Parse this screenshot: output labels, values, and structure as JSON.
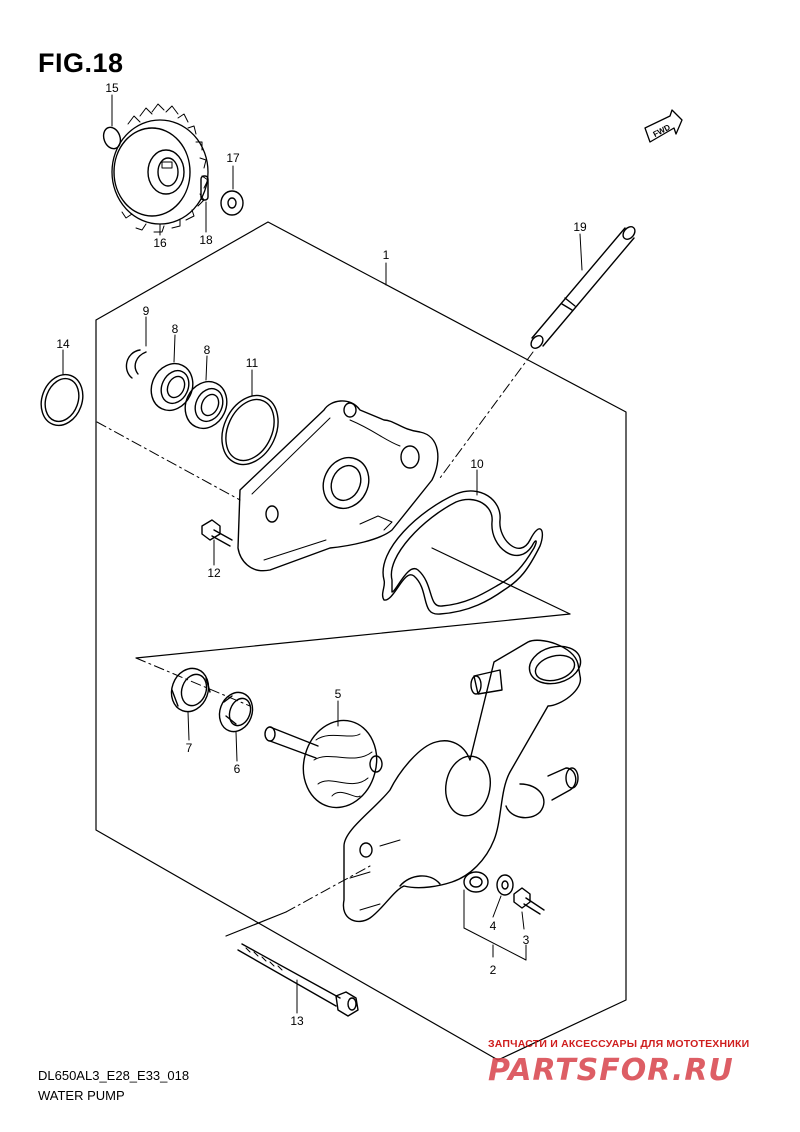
{
  "figure": {
    "title": "FIG.18",
    "code": "DL650AL3_E28_E33_018",
    "name": "WATER PUMP",
    "fwd_marker": "FWD"
  },
  "watermark": {
    "line1": "ЗАПЧАСТИ И АКСЕССУАРЫ ДЛЯ МОТОТЕХНИКИ",
    "logo": "PARTSFOR.RU"
  },
  "callouts": [
    {
      "id": "1",
      "part": "water-pump-assembly"
    },
    {
      "id": "2",
      "part": "washer-group"
    },
    {
      "id": "3",
      "part": "bolt"
    },
    {
      "id": "4",
      "part": "washer"
    },
    {
      "id": "5",
      "part": "impeller-shaft"
    },
    {
      "id": "6",
      "part": "mechanical-seal"
    },
    {
      "id": "7",
      "part": "oil-seal"
    },
    {
      "id": "8",
      "part": "bearing"
    },
    {
      "id": "8",
      "part": "bearing"
    },
    {
      "id": "9",
      "part": "circlip"
    },
    {
      "id": "10",
      "part": "gasket"
    },
    {
      "id": "11",
      "part": "o-ring"
    },
    {
      "id": "12",
      "part": "bolt"
    },
    {
      "id": "13",
      "part": "long-bolt"
    },
    {
      "id": "14",
      "part": "o-ring"
    },
    {
      "id": "15",
      "part": "snap-ring"
    },
    {
      "id": "16",
      "part": "pump-drive-gear"
    },
    {
      "id": "17",
      "part": "washer"
    },
    {
      "id": "18",
      "part": "pin"
    },
    {
      "id": "19",
      "part": "pipe"
    }
  ]
}
